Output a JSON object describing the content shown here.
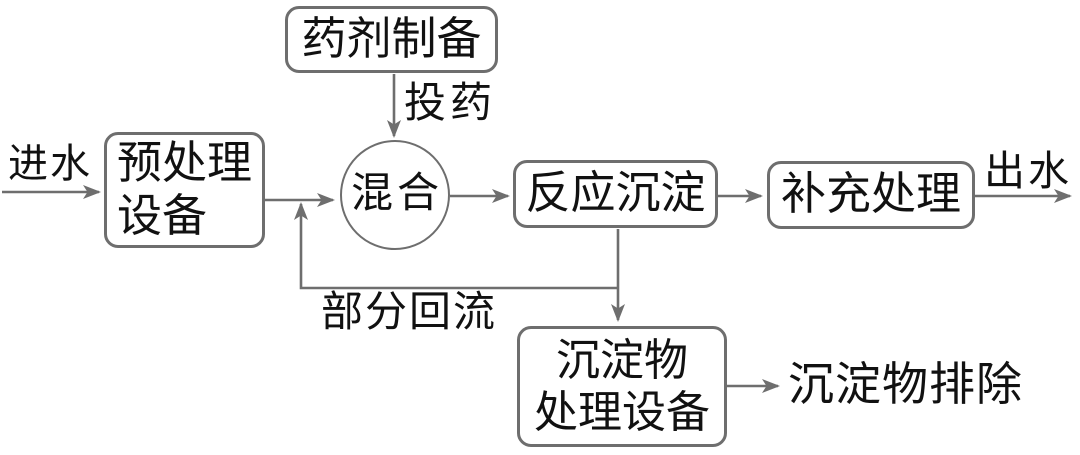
{
  "diagram": {
    "title": "water-treatment-process-flowchart",
    "nodes": {
      "chem_prep": {
        "label": "药剂制备"
      },
      "pretreatment": {
        "line1": "预处理",
        "line2": "设备"
      },
      "mixing": {
        "label": "混合"
      },
      "reaction_sedimentation": {
        "label": "反应沉淀"
      },
      "supplementary_treatment": {
        "label": "补充处理"
      },
      "sediment_treatment": {
        "line1": "沉淀物",
        "line2": "处理设备"
      }
    },
    "labels": {
      "inflow": "进水",
      "dosing": "投药",
      "outflow": "出水",
      "partial_reflux": "部分回流",
      "sediment_removal": "沉淀物排除"
    },
    "colors": {
      "line": "#6e6e6e",
      "text": "#111111",
      "background": "#ffffff"
    }
  }
}
